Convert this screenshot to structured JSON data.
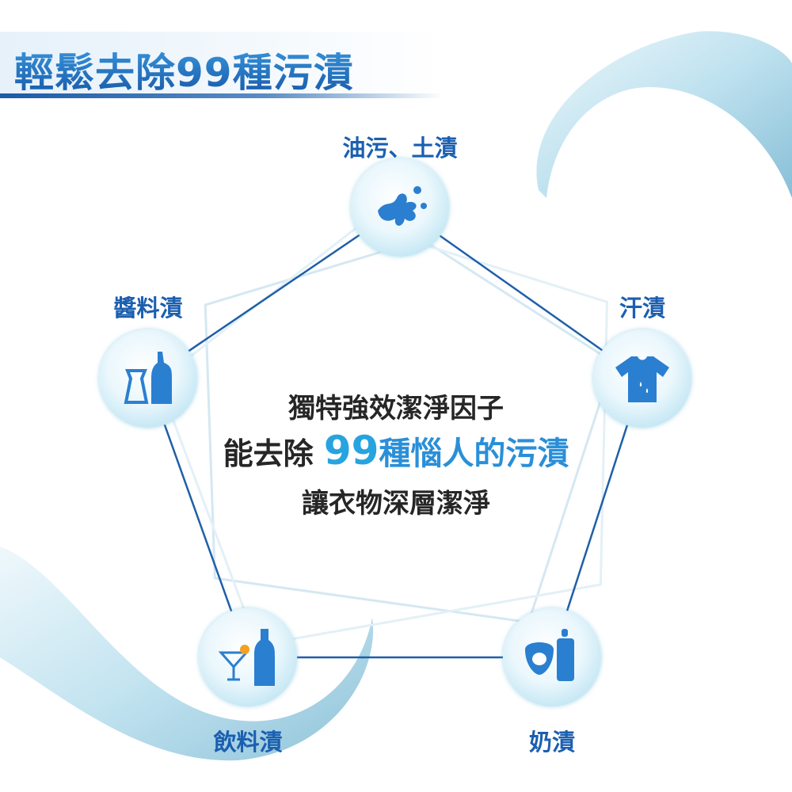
{
  "title": "輕鬆去除99種污漬",
  "nodes": [
    {
      "label": "油污、土漬",
      "icon": "splash-icon"
    },
    {
      "label": "醬料漬",
      "icon": "sauce-bottles-icon"
    },
    {
      "label": "汗漬",
      "icon": "tshirt-sweat-icon"
    },
    {
      "label": "飲料漬",
      "icon": "drink-bottle-icon"
    },
    {
      "label": "奶漬",
      "icon": "baby-bottle-bib-icon"
    }
  ],
  "center": {
    "line1": "獨特強效潔淨因子",
    "line2_prefix": "能去除 ",
    "line2_number": "99",
    "line2_highlight": "種惱人的污漬",
    "line3": "讓衣物深層潔淨"
  },
  "colors": {
    "accent": "#1b5fb0",
    "highlight": "#27a3e0",
    "line": "#1f5fa8"
  }
}
